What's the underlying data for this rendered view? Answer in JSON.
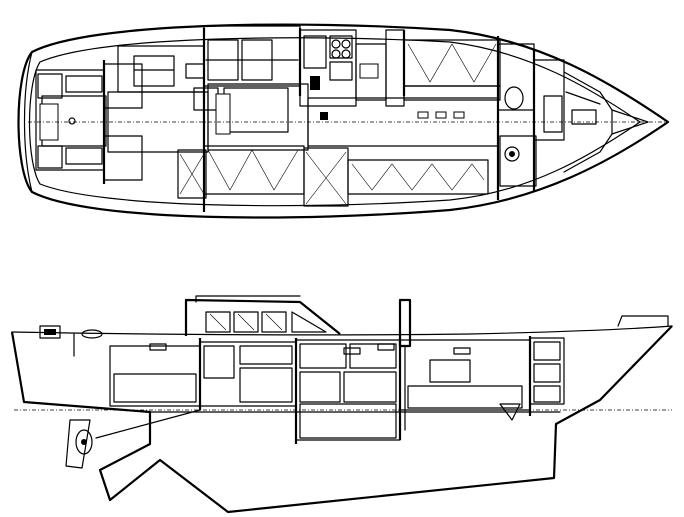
{
  "drawing": {
    "views": [
      "plan",
      "profile"
    ],
    "colors": {
      "ink": "#000000",
      "paper": "#ffffff",
      "wood_grain": "#1a1a1a"
    },
    "plan_view": {
      "compartments": [
        "aft-cabin",
        "cockpit-area",
        "main-saloon",
        "galley",
        "chart-table",
        "head",
        "forward-cabin",
        "chain-locker"
      ]
    },
    "profile_view": {
      "features": [
        "deckhouse",
        "mast-step",
        "keel",
        "skeg-rudder",
        "propeller",
        "bow-pulpit"
      ]
    }
  }
}
